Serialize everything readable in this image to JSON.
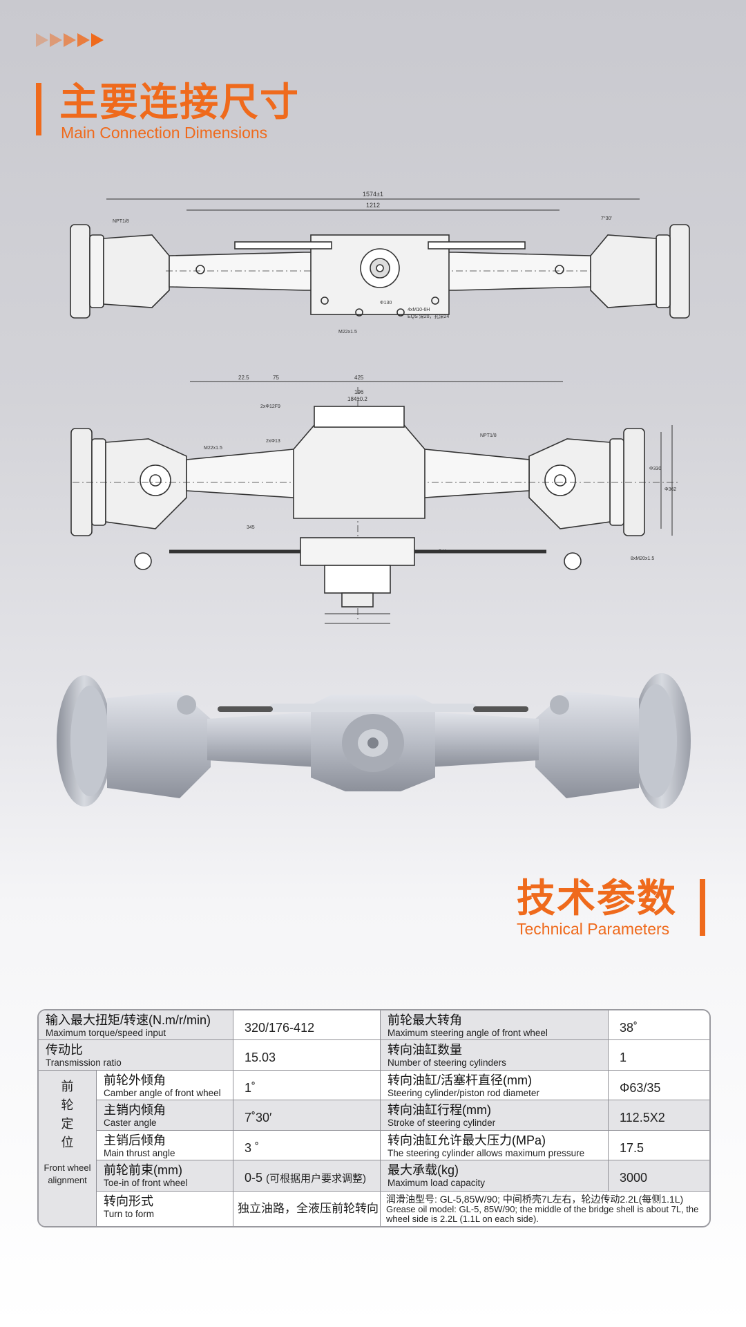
{
  "section1": {
    "title_zh": "主要连接尺寸",
    "title_en": "Main Connection Dimensions"
  },
  "section2": {
    "title_zh": "技术参数",
    "title_en": "Technical Parameters"
  },
  "drawing_top": {
    "labels": [
      "1574±1",
      "1212",
      "NPT1/8",
      "7°30'",
      "Φ130",
      "4xM10-6H",
      "EQS 深20，孔深24",
      "M22x1.5"
    ]
  },
  "drawing_mid": {
    "labels": [
      "22.5",
      "75",
      "425",
      "184±0.2",
      "196",
      "2xΦ12F9",
      "2xΦ13",
      "NPT1/8",
      "M22x1.5",
      "345",
      "541",
      "Φ330",
      "Φ362",
      "8xM20x1.5"
    ]
  },
  "table": {
    "rows": [
      {
        "l_zh": "输入最大扭矩/转速(N.m/r/min)",
        "l_en": "Maximum torque/speed input",
        "l_val": "320/176-412",
        "r_zh": "前轮最大转角",
        "r_en": "Maximum steering angle of front wheel",
        "r_val": "38˚"
      },
      {
        "l_zh": "传动比",
        "l_en": "Transmission ratio",
        "l_val": "15.03",
        "r_zh": "转向油缸数量",
        "r_en": "Number of steering cylinders",
        "r_val": "1"
      },
      {
        "l_zh": "前轮外倾角",
        "l_en": "Camber angle of front wheel",
        "l_val": "1˚",
        "r_zh": "转向油缸/活塞杆直径(mm)",
        "r_en": "Steering cylinder/piston rod diameter",
        "r_val": "Φ63/35"
      },
      {
        "l_zh": "主销内倾角",
        "l_en": "Caster angle",
        "l_val": "7˚30′",
        "r_zh": "转向油缸行程(mm)",
        "r_en": "Stroke of steering cylinder",
        "r_val": "112.5X2"
      },
      {
        "l_zh": "主销后倾角",
        "l_en": "Main thrust angle",
        "l_val": "3 ˚",
        "r_zh": "转向油缸允许最大压力(MPa)",
        "r_en": "The steering cylinder allows maximum pressure",
        "r_val": "17.5"
      },
      {
        "l_zh": "前轮前束(mm)",
        "l_en": "Toe-in of front wheel",
        "l_val": "0-5",
        "l_val_note": "(可根据用户要求调整)",
        "r_zh": "最大承载(kg)",
        "r_en": "Maximum load capacity",
        "r_val": "3000"
      },
      {
        "l_zh": "转向形式",
        "l_en": "Turn to form",
        "l_val": "独立油路，全液压前轮转向",
        "r_zh": "润滑油型号: GL-5,85W/90; 中间桥壳7L左右，轮边传动2.2L(每侧1.1L)",
        "r_en": "Grease oil model: GL-5, 85W/90; the middle of the bridge shell is about 7L, the wheel side is 2.2L (1.1L on each side)."
      }
    ],
    "group_zh": [
      "前",
      "轮",
      "定",
      "位"
    ],
    "group_en": "Front wheel alignment"
  }
}
